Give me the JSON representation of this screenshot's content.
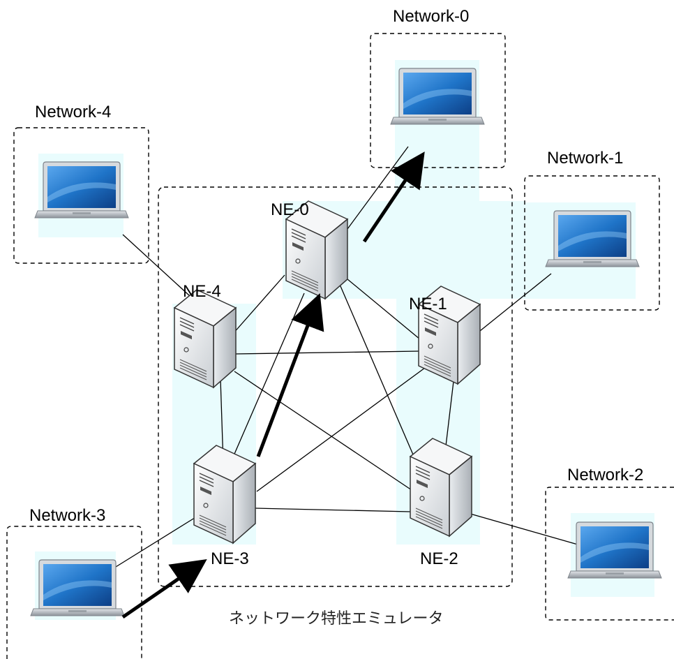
{
  "networks": [
    {
      "id": "n0",
      "label": "Network-0"
    },
    {
      "id": "n1",
      "label": "Network-1"
    },
    {
      "id": "n2",
      "label": "Network-2"
    },
    {
      "id": "n3",
      "label": "Network-3"
    },
    {
      "id": "n4",
      "label": "Network-4"
    }
  ],
  "emulators": [
    {
      "id": "ne0",
      "label": "NE-0"
    },
    {
      "id": "ne1",
      "label": "NE-1"
    },
    {
      "id": "ne2",
      "label": "NE-2"
    },
    {
      "id": "ne3",
      "label": "NE-3"
    },
    {
      "id": "ne4",
      "label": "NE-4"
    }
  ],
  "caption": "ネットワーク特性エミュレータ",
  "colors": {
    "highlight": "#e9fcfd",
    "line": "#000000",
    "screen": "#1f74c8"
  },
  "icons": {
    "network_host": "laptop-icon",
    "emulator_node": "server-tower-icon"
  }
}
